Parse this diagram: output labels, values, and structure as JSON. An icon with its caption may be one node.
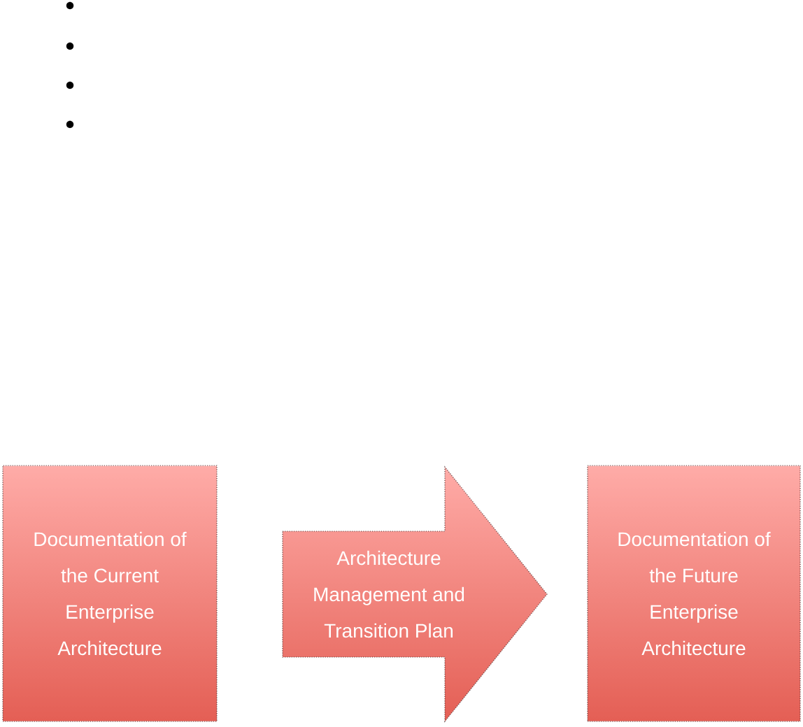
{
  "diagram": {
    "nodes": [
      {
        "text": [
          "Documentation of the Current Enterprise Architecture"
        ]
      },
      {
        "text": [
          "Architecture Management and Transition Plan"
        ]
      },
      {
        "text": [
          "Documentation of the Future Enterprise Architecture"
        ]
      }
    ]
  }
}
